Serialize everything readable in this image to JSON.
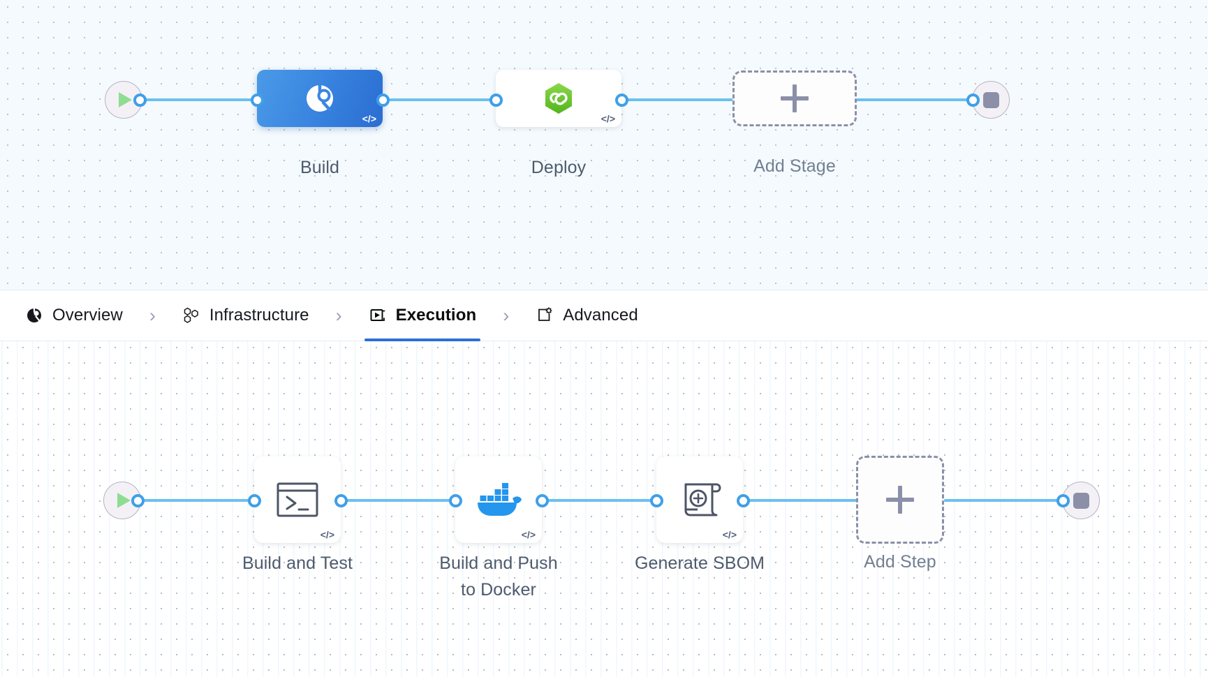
{
  "stage_canvas": {
    "name": "pipeline-stages-canvas",
    "start_node": {
      "icon": "play-icon",
      "label": ""
    },
    "end_node": {
      "icon": "stop-icon",
      "label": ""
    },
    "nodes": [
      {
        "id": "build",
        "label": "Build",
        "icon": "harness-ci-icon",
        "selected": true,
        "code_badge": "</>"
      },
      {
        "id": "deploy",
        "label": "Deploy",
        "icon": "harness-cd-icon",
        "selected": false,
        "code_badge": "</>"
      },
      {
        "id": "add-stage",
        "label": "Add Stage",
        "icon": "plus-icon",
        "selected": false,
        "code_badge": ""
      }
    ]
  },
  "tabs": {
    "name": "stage-config-tabs",
    "separator": "›",
    "items": [
      {
        "id": "overview",
        "label": "Overview",
        "icon": "overview-pie-icon",
        "active": false
      },
      {
        "id": "infrastructure",
        "label": "Infrastructure",
        "icon": "hexagons-icon",
        "active": false
      },
      {
        "id": "execution",
        "label": "Execution",
        "icon": "execution-play-icon",
        "active": true
      },
      {
        "id": "advanced",
        "label": "Advanced",
        "icon": "advanced-gear-icon",
        "active": false
      }
    ]
  },
  "step_canvas": {
    "name": "execution-steps-canvas",
    "start_node": {
      "icon": "play-icon",
      "label": ""
    },
    "end_node": {
      "icon": "stop-icon",
      "label": ""
    },
    "nodes": [
      {
        "id": "build-and-test",
        "label": "Build and Test",
        "icon": "terminal-icon",
        "code_badge": "</>"
      },
      {
        "id": "build-and-push",
        "label": "Build and Push\nto Docker",
        "icon": "docker-whale-icon",
        "code_badge": "</>"
      },
      {
        "id": "generate-sbom",
        "label": "Generate SBOM",
        "icon": "sbom-scroll-icon",
        "code_badge": "</>"
      },
      {
        "id": "add-step",
        "label": "Add Step",
        "icon": "plus-icon",
        "code_badge": ""
      }
    ]
  },
  "colors": {
    "edge": "#6cc0f0",
    "port_ring": "#3f9fe8",
    "selected_stage": "#3a86e0",
    "active_tab_underline": "#2c6fd4",
    "label_text": "#4e5a6d",
    "dashed_border": "#8b90a8",
    "docker_blue": "#2496ed",
    "deploy_green": "#6ec72d",
    "play_green": "#8fdd92"
  }
}
